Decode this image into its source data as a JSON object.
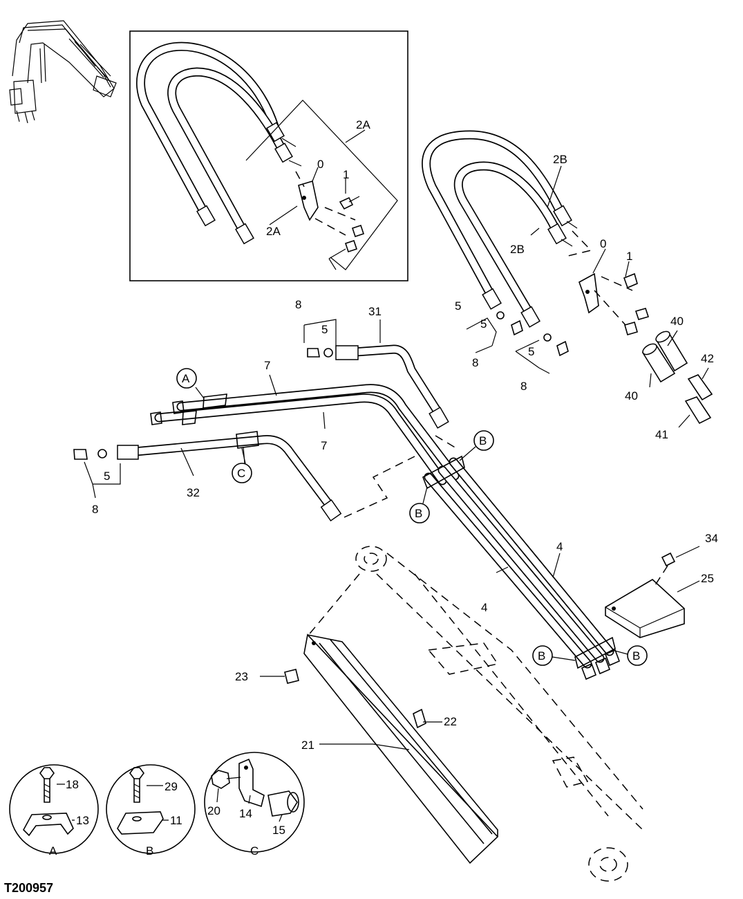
{
  "figure_id": "T200957",
  "callouts": {
    "c0a": "0",
    "c1a": "1",
    "c2A_a": "2A",
    "c2A_b": "2A",
    "c2B_a": "2B",
    "c2B_b": "2B",
    "c0b": "0",
    "c1b": "1",
    "c5a": "5",
    "c5b": "5",
    "c5c": "5",
    "c8a": "8",
    "c8b": "8",
    "c40a": "40",
    "c40b": "40",
    "c42": "42",
    "c41": "41",
    "c8c": "8",
    "c5d": "5",
    "c31": "31",
    "c7a": "7",
    "c7b": "7",
    "c5e": "5",
    "c8d": "8",
    "c32": "32",
    "c4a": "4",
    "c4b": "4",
    "c34": "34",
    "c25": "25",
    "c23": "23",
    "c22": "22",
    "c21": "21",
    "c18": "18",
    "c13": "13",
    "c29": "29",
    "c11": "11",
    "c20": "20",
    "c14": "14",
    "c15": "15"
  },
  "circle_labels": {
    "cA": "A",
    "cB1": "B",
    "cB2": "B",
    "cC": "C",
    "cB3": "B",
    "cB4": "B"
  },
  "detail_labels": {
    "dA": "A",
    "dB": "B",
    "dC": "C"
  }
}
